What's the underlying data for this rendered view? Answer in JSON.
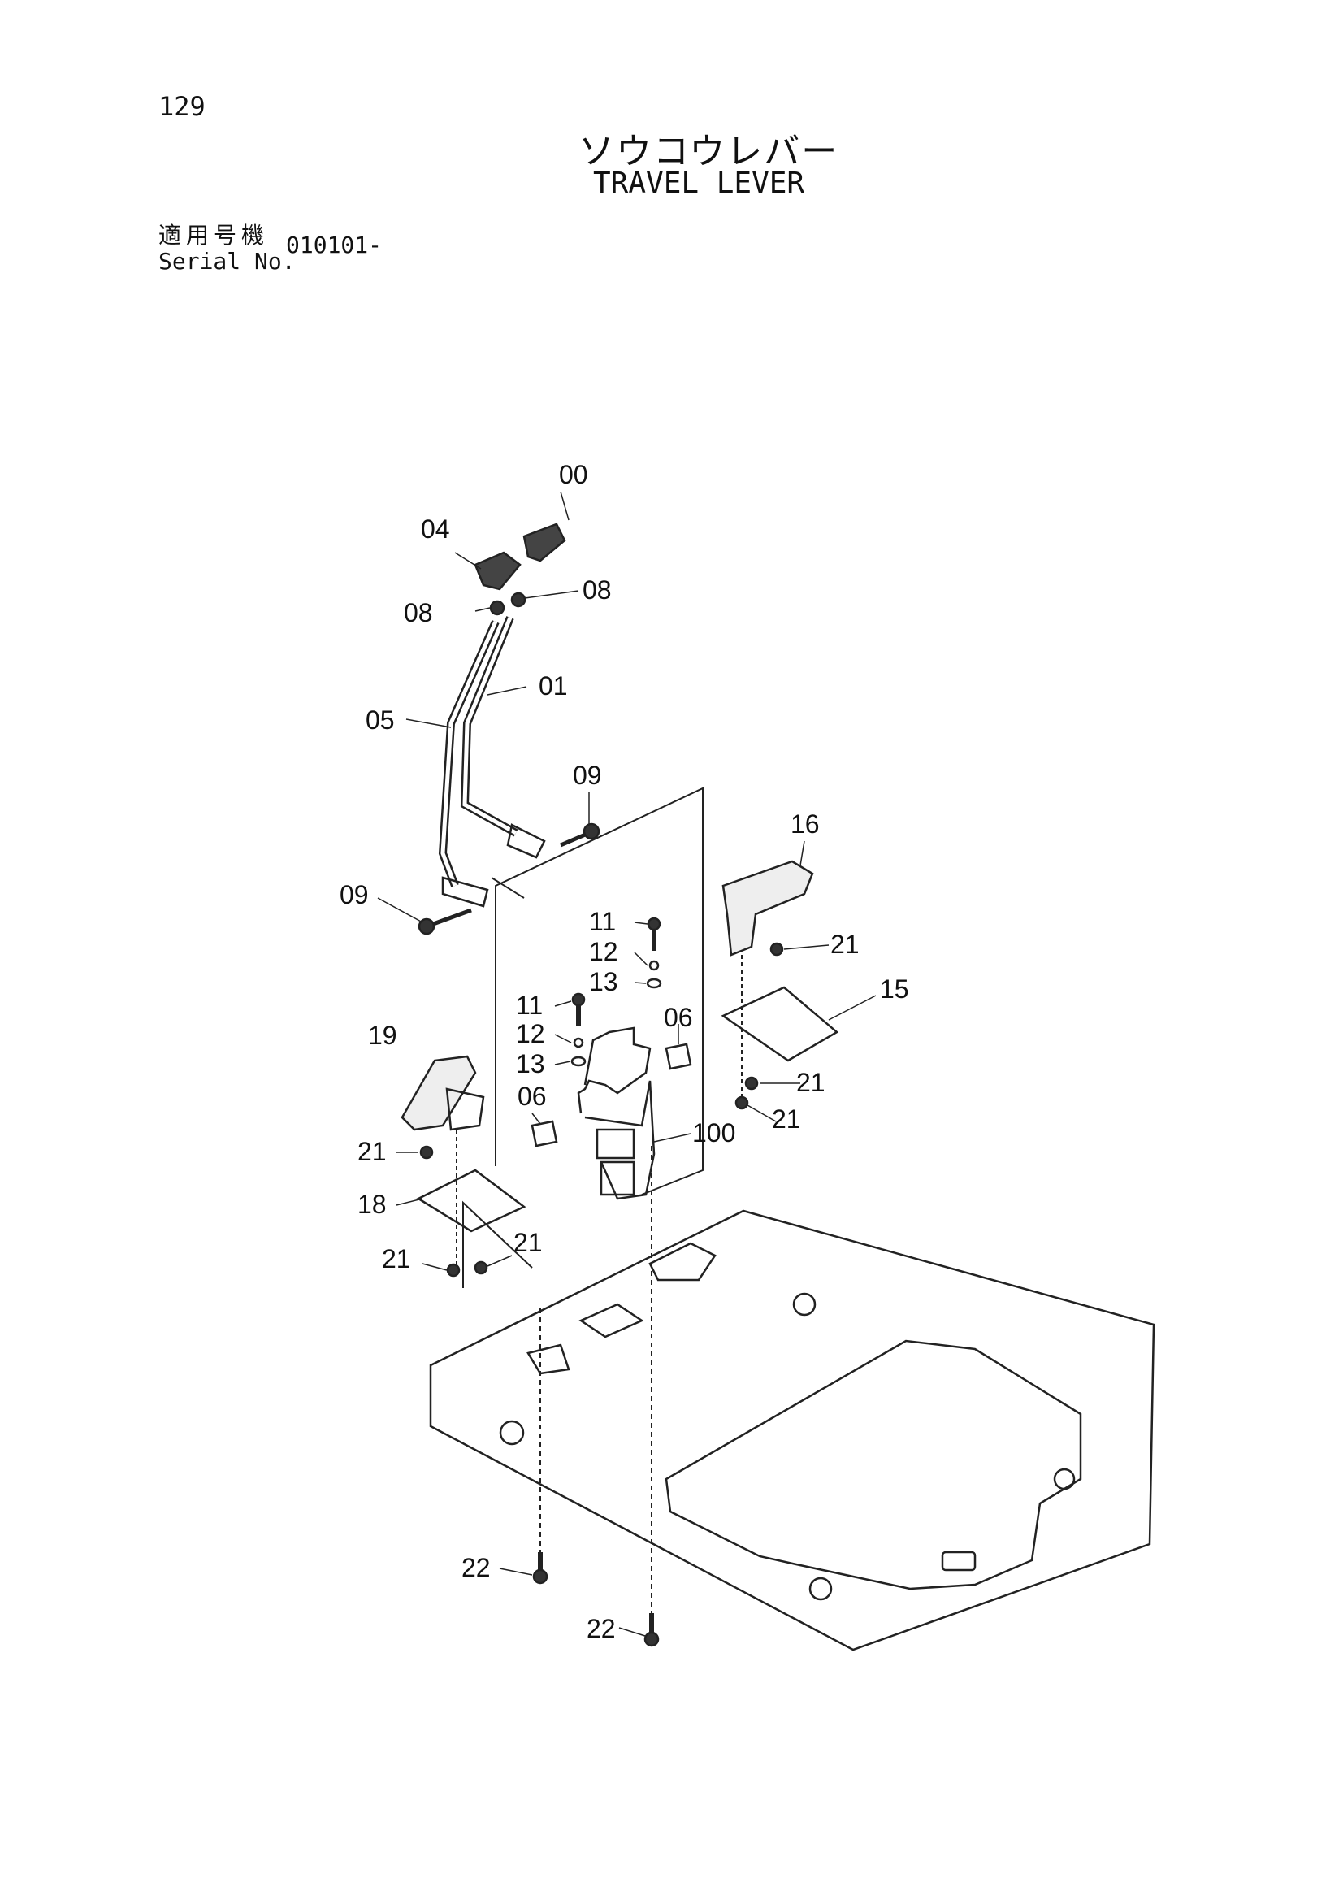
{
  "page_number": "129",
  "title_japanese": "ソウコウレバー",
  "title_english": "TRAVEL LEVER",
  "serial_label_japanese": "適用号機",
  "serial_label_english": "Serial No.",
  "serial_value": "010101-",
  "callouts": [
    "00",
    "04",
    "08",
    "08",
    "01",
    "05",
    "09",
    "09",
    "16",
    "21",
    "15",
    "11",
    "12",
    "13",
    "11",
    "12",
    "13",
    "06",
    "19",
    "06",
    "100",
    "21",
    "21",
    "21",
    "18",
    "21",
    "21",
    "22",
    "22"
  ]
}
